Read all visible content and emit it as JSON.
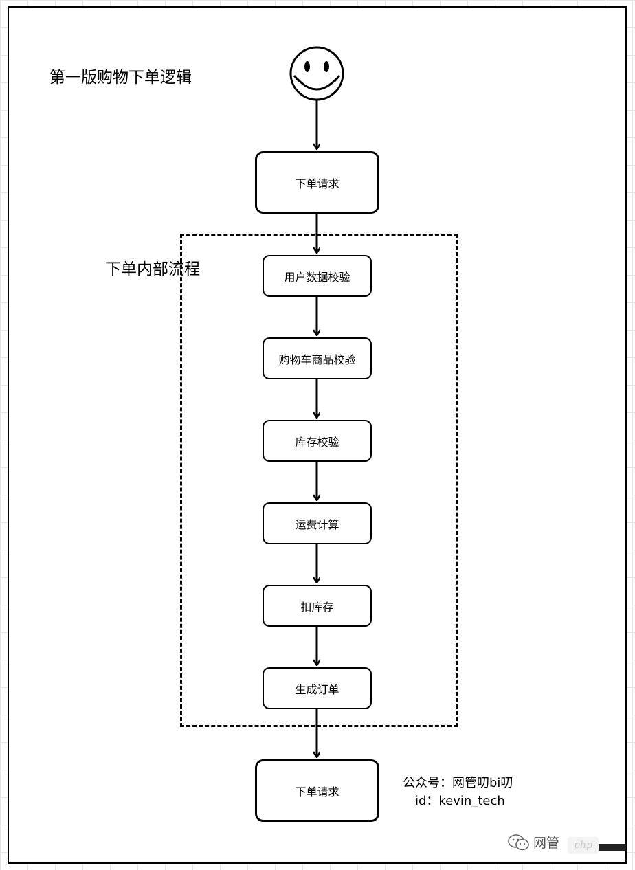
{
  "title": "第一版购物下单逻辑",
  "group_label": "下单内部流程",
  "start_icon": "smiley-face-icon",
  "nodes": {
    "request_top": "下单请求",
    "user_check": "用户数据校验",
    "cart_check": "购物车商品校验",
    "stock_check": "库存校验",
    "shipping_calc": "运费计算",
    "deduct_stock": "扣库存",
    "create_order": "生成订单",
    "request_bottom": "下单请求"
  },
  "watermark": {
    "account": "公众号：网管叨bi叨",
    "id": "id：kevin_tech"
  },
  "wechat_tag": {
    "icon": "wechat-icon",
    "text": "网管"
  },
  "php_badge": "php"
}
